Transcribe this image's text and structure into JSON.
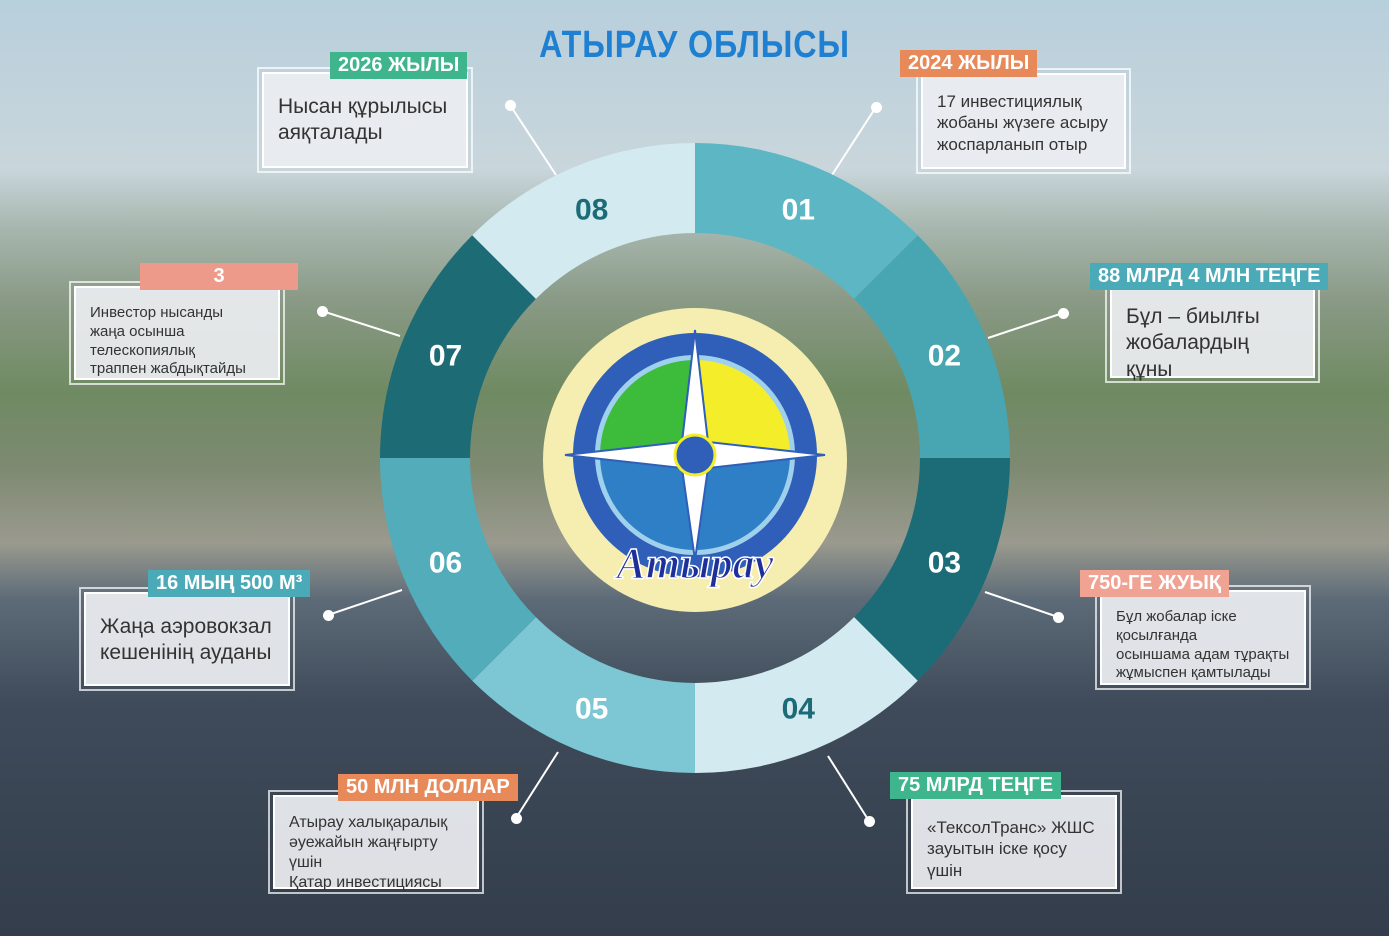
{
  "title": "АТЫРАУ ОБЛЫСЫ",
  "segments": [
    {
      "num": "01",
      "color": "#5db6c3",
      "text_color": "#ffffff"
    },
    {
      "num": "02",
      "color": "#48a6b3",
      "text_color": "#ffffff"
    },
    {
      "num": "03",
      "color": "#1c6c77",
      "text_color": "#ffffff"
    },
    {
      "num": "04",
      "color": "#d3ebf0",
      "text_color": "#1c6c77"
    },
    {
      "num": "05",
      "color": "#7cc7d3",
      "text_color": "#ffffff"
    },
    {
      "num": "06",
      "color": "#52acb9",
      "text_color": "#ffffff"
    },
    {
      "num": "07",
      "color": "#1d6b75",
      "text_color": "#ffffff"
    },
    {
      "num": "08",
      "color": "#d3ebf0",
      "text_color": "#1c6c77"
    }
  ],
  "items": [
    {
      "tag": "2024 ЖЫЛЫ",
      "text": "17 инвестициялық\nжобаны жүзеге асыру\nжоспарланып отыр"
    },
    {
      "tag": "88 МЛРД 4 МЛН ТЕҢГЕ",
      "text": "Бұл – биылғы\nжобалардың құны"
    },
    {
      "tag": "750-ГЕ ЖУЫҚ",
      "text": "Бұл жобалар іске қосылғанда\nосыншама адам тұрақты\nжұмыспен қамтылады"
    },
    {
      "tag": "75 МЛРД ТЕҢГЕ",
      "text": "«ТексолТранс» ЖШС\nзауытын іске қосу үшін"
    },
    {
      "tag": "50 МЛН ДОЛЛАР",
      "text": "Атырау халықаралық\nәуежайын жаңғырту үшін\nҚатар инвестициясы"
    },
    {
      "tag": "16 МЫҢ 500 М³",
      "text": "Жаңа аэровокзал\nкешенінің ауданы"
    },
    {
      "tag": "3",
      "text": "Инвестор нысанды\nжаңа осынша телескопиялық\nтраппен жабдықтайды"
    },
    {
      "tag": "2026 ЖЫЛЫ",
      "text": "Нысан құрылысы\nаяқталады"
    }
  ],
  "logo": {
    "text": "Атырау"
  }
}
